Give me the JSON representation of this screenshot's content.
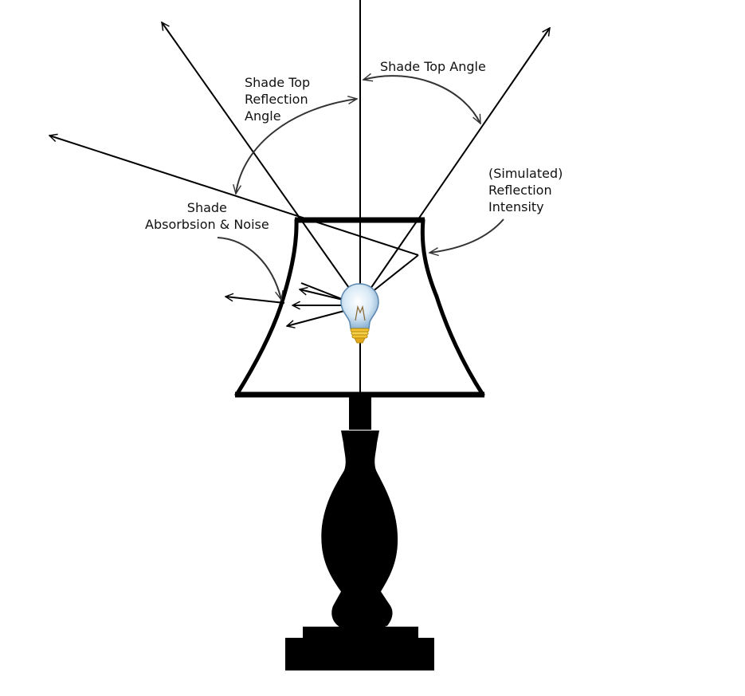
{
  "labels": {
    "shade_top_angle": "Shade Top Angle",
    "shade_top_reflection_angle": [
      "Shade Top",
      "Reflection",
      "Angle"
    ],
    "simulated_reflection_intensity": [
      "(Simulated)",
      "Reflection",
      "Intensity"
    ],
    "shade_absorption_noise": [
      "Shade",
      "Absorbsion & Noise"
    ]
  },
  "colors": {
    "ink": "#000000",
    "annotation": "#333333",
    "bulb_glass": "#cfe3f2",
    "bulb_base": "#f2c230"
  },
  "icons": {
    "bulb": "light-bulb-icon"
  }
}
